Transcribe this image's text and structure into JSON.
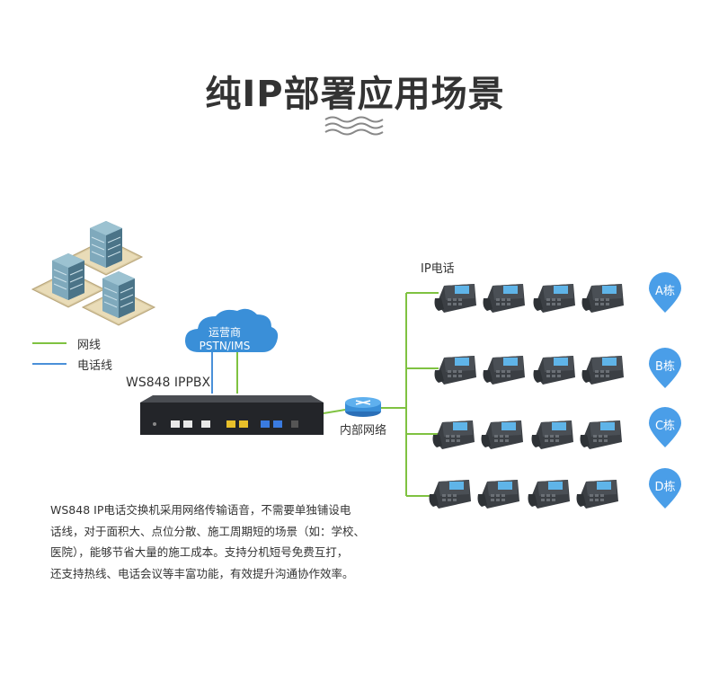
{
  "header": {
    "title": "纯IP部署应用场景"
  },
  "legend": {
    "network_label": "网线",
    "phone_line_label": "电话线",
    "network_color": "#7fc241",
    "phone_line_color": "#4a90d9"
  },
  "cloud": {
    "line1": "运营商",
    "line2": "PSTN/IMS",
    "color": "#3a8fd8"
  },
  "device": {
    "label": "WS848 IPPBX"
  },
  "router": {
    "label": "内部网络"
  },
  "phones": {
    "label": "IP电话"
  },
  "buildings": {
    "rows": [
      "A栋",
      "B栋",
      "C栋",
      "D栋"
    ],
    "marker_color": "#4a9ee8"
  },
  "description": {
    "lines": [
      "WS848 IP电话交换机采用网络传输语音，不需要单独铺设电",
      "话线，对于面积大、点位分散、施工周期短的场景（如：学校、",
      "医院），能够节省大量的施工成本。支持分机短号免费互打，",
      "还支持热线、电话会议等丰富功能，有效提升沟通协作效率。"
    ]
  }
}
